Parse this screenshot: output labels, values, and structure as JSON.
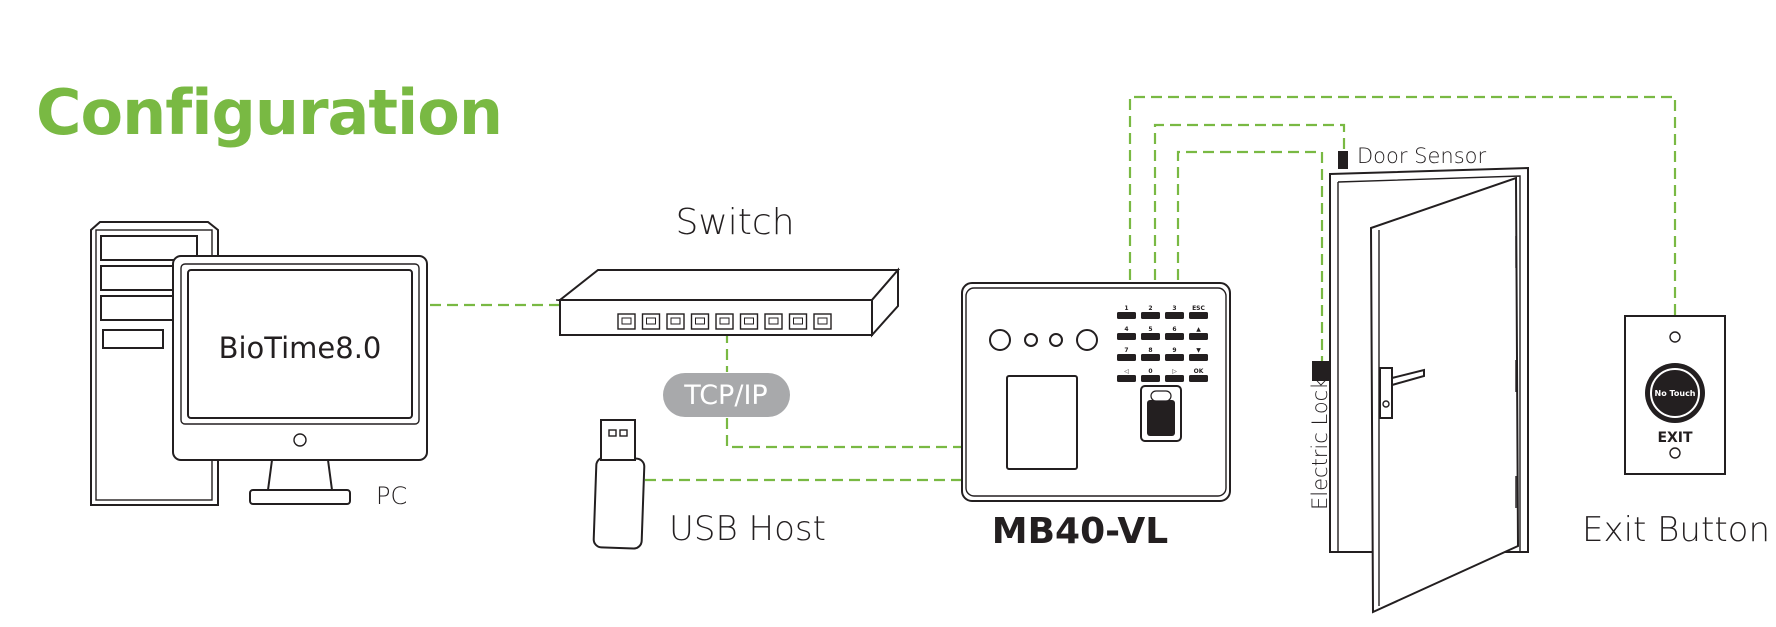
{
  "title": "Configuration",
  "colors": {
    "accent": "#79b943",
    "ink": "#231f20",
    "badge_bg": "#a8a9ab",
    "badge_text": "#ffffff"
  },
  "pc": {
    "software": "BioTime8.0",
    "label": "PC"
  },
  "switch": {
    "label": "Switch"
  },
  "network_badge": "TCP/IP",
  "usb": {
    "label": "USB Host"
  },
  "device": {
    "model": "MB40-VL",
    "keypad": [
      "1",
      "2",
      "3",
      "ESC",
      "4",
      "5",
      "6",
      "▲",
      "7",
      "8",
      "9",
      "▼",
      "◁",
      "0",
      "▷",
      "OK"
    ]
  },
  "door": {
    "sensor_label": "Door Sensor",
    "lock_label": "Electric Lock"
  },
  "exit_button": {
    "label": "Exit Button",
    "button_text": "No Touch",
    "exit_text": "EXIT"
  }
}
